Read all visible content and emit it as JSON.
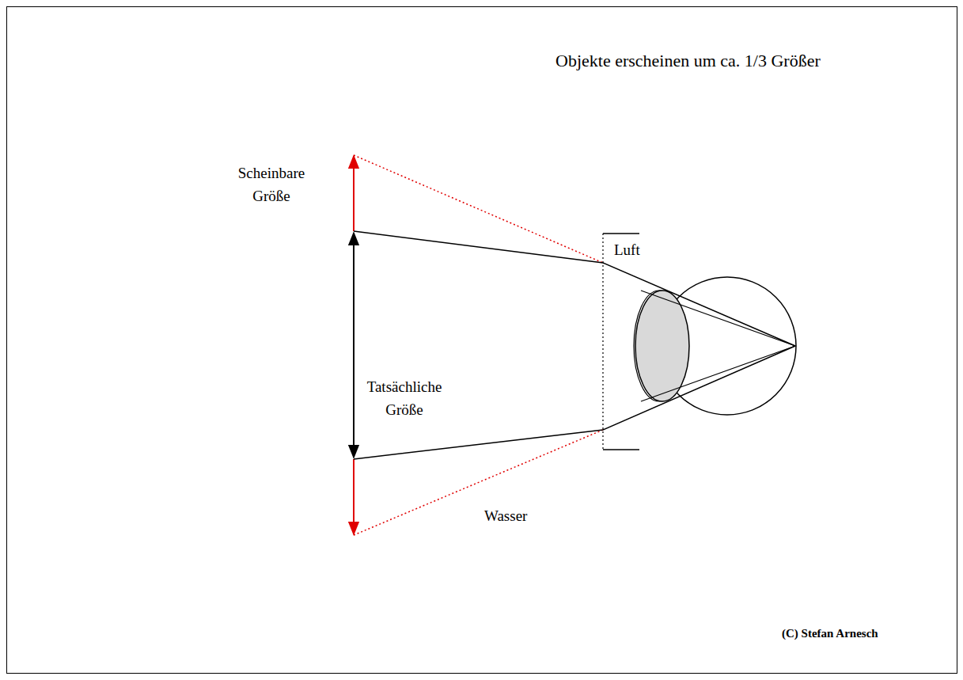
{
  "diagram": {
    "title": "Objekte erscheinen um ca. 1/3 Größer",
    "labels": [
      "Scheinbare Größe",
      "Luft",
      "Tatsächliche Größe",
      "Wasser",
      "(C) Stefan Arnesch"
    ]
  }
}
